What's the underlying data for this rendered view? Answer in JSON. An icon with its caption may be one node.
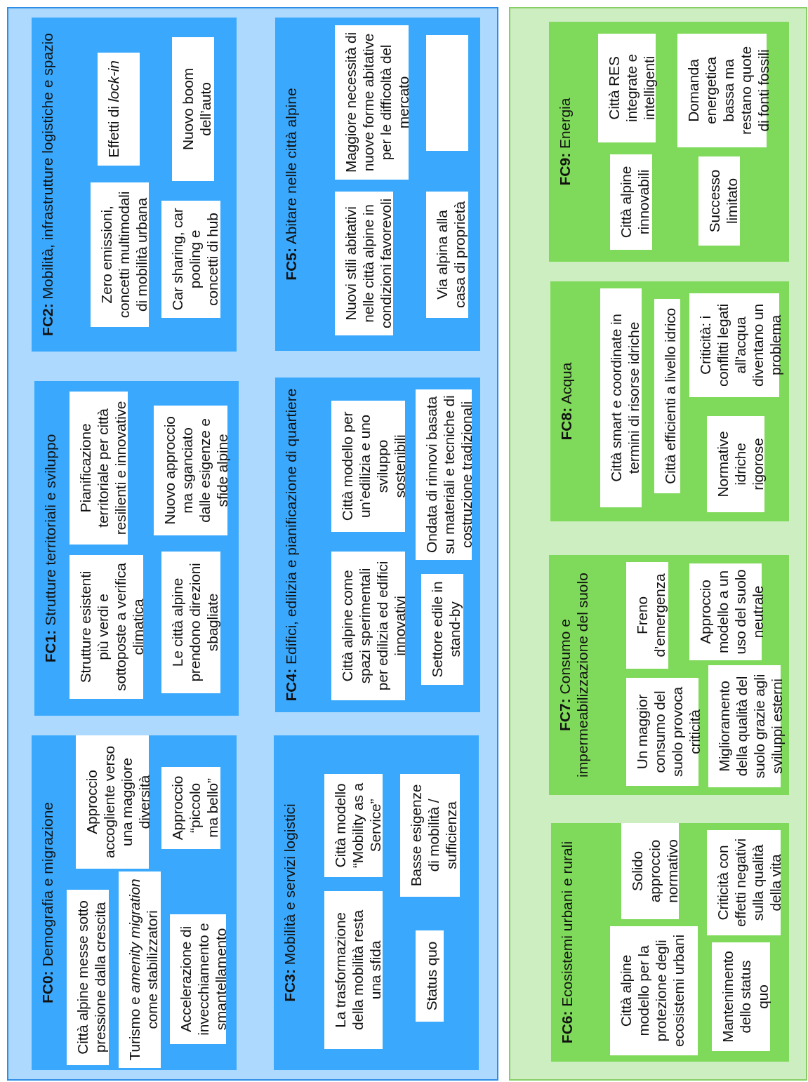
{
  "diagram": {
    "nodes": [
      {
        "text": [],
        "shape": "box"
      },
      {
        "text": [
          "**FC0:** Demografia e migrazione"
        ],
        "in": 0
      },
      {
        "text": [
          "Città alpine messe sotto pressione dalla crescita"
        ],
        "in": 1
      },
      {
        "text": [
          "Turismo e *amenity migration* come stabilizzatori"
        ],
        "in": 1
      },
      {
        "text": [
          "Accelerazione di invecchiamento e smantellamento"
        ],
        "in": 1
      },
      {
        "text": [
          "Approccio accogliente verso una maggiore diversità"
        ],
        "in": 1
      },
      {
        "text": [
          "Approccio “piccolo ma bello”"
        ],
        "in": 1
      },
      {
        "text": [
          "**FC1:** Strutture territoriali e sviluppo"
        ],
        "in": 0
      },
      {
        "text": [
          "Strutture esistenti più verdi e sottoposte a verifica climatica"
        ],
        "in": 7
      },
      {
        "text": [
          "Pianificazione territoriale per città resilienti e innovative"
        ],
        "in": 7
      },
      {
        "text": [
          "Le città alpine prendono direzioni sbagliate"
        ],
        "in": 7
      },
      {
        "text": [
          "Nuovo approccio ma sganciato dalle esigenze e sfide alpine"
        ],
        "in": 7
      },
      {
        "text": [
          "**FC2:** Mobilità, infrastrutture logistiche e spazio"
        ],
        "in": 0
      },
      {
        "text": [
          "Zero emissioni, concetti multimodali di mobilità urbana"
        ],
        "in": 12
      },
      {
        "text": [
          "Effetti di *lock-in*"
        ],
        "in": 12
      },
      {
        "text": [
          "Car sharing, car pooling e concetti di hub"
        ],
        "in": 12
      },
      {
        "text": [
          "Nuovo boom dell’auto"
        ],
        "in": 12
      },
      {
        "text": [
          "**FC3:** Mobilità e servizi logistici"
        ],
        "in": 0
      },
      {
        "text": [
          "La trasformazione della mobilità resta una sfida"
        ],
        "in": 17
      },
      {
        "text": [
          "Città modello “Mobility as a Service”"
        ],
        "in": 17
      },
      {
        "text": [
          "Status quo"
        ],
        "in": 17
      },
      {
        "text": [
          "Basse esigenze di mobilità / sufficienza"
        ],
        "in": 17
      },
      {
        "text": [
          "**FC4:** Edifici, edilizia e pianificazione di quartiere"
        ],
        "in": 0
      },
      {
        "text": [
          "Città alpine come spazi sperimentali per edilizia ed edifici innovativi"
        ],
        "in": 22
      },
      {
        "text": [
          "Città modello per un’edilizia e uno sviluppo sostenibili"
        ],
        "in": 22
      },
      {
        "text": [
          "Settore edile in stand-by"
        ],
        "in": 22
      },
      {
        "text": [
          "Ondata di rinnovi basata su materiali e tecniche di costruzione tradizionali"
        ],
        "in": 22
      },
      {
        "text": [
          "**FC5:** Abitare nelle città alpine"
        ],
        "in": 0
      },
      {
        "text": [
          "Nuovi stili abitativi nelle città alpine in condizioni favorevoli"
        ],
        "in": 27
      },
      {
        "text": [
          "Maggiore necessità di nuove forme abitative per le difficoltà del mercato"
        ],
        "in": 27
      },
      {
        "text": [
          "Via alpina alla casa di proprietà"
        ],
        "in": 27
      },
      {
        "text": [],
        "shape": "box",
        "in": 27
      },
      {
        "text": [],
        "shape": "box"
      },
      {
        "text": [
          "**FC6:** Ecosistemi urbani e rurali"
        ],
        "in": 32
      },
      {
        "text": [
          "Città alpine modello per la protezione degli ecosistemi urbani"
        ],
        "in": 33
      },
      {
        "text": [
          "Solido approccio normativo"
        ],
        "in": 33
      },
      {
        "text": [
          "Mantenimento dello status quo"
        ],
        "in": 33
      },
      {
        "text": [
          "Criticità con effetti negativi sulla qualità della vita"
        ],
        "in": 33
      },
      {
        "text": [
          "**FC7:** Consumo e impermeabilizzazione del suolo"
        ],
        "in": 32
      },
      {
        "text": [
          "Un maggior consumo del suolo provoca criticità"
        ],
        "in": 38
      },
      {
        "text": [
          "Freno d’emergenza"
        ],
        "in": 38
      },
      {
        "text": [
          "Miglioramento della qualità del suolo grazie agli sviluppi esterni"
        ],
        "in": 38
      },
      {
        "text": [
          "Approccio modello a un uso del suolo neutrale"
        ],
        "in": 38
      },
      {
        "text": [
          "**FC8:** Acqua"
        ],
        "in": 32
      },
      {
        "text": [
          "Città smart e coordinate in termini di risorse idriche"
        ],
        "in": 43
      },
      {
        "text": [
          "Città efficienti a livello idrico"
        ],
        "in": 43
      },
      {
        "text": [
          "Normative idriche rigorose"
        ],
        "in": 43
      },
      {
        "text": [
          "Criticità: i conflitti legati all’acqua diventano un problema"
        ],
        "in": 43
      },
      {
        "text": [
          "**FC9:** Energia"
        ],
        "in": 32
      },
      {
        "text": [
          "Città alpine rinnovabili"
        ],
        "in": 48
      },
      {
        "text": [
          "Città RES integrate e intelligenti"
        ],
        "in": 48
      },
      {
        "text": [
          "Successo limitato"
        ],
        "in": 48
      },
      {
        "text": [
          "Domanda energetica bassa ma restano quote di fonti fossili"
        ],
        "in": 48
      }
    ]
  }
}
